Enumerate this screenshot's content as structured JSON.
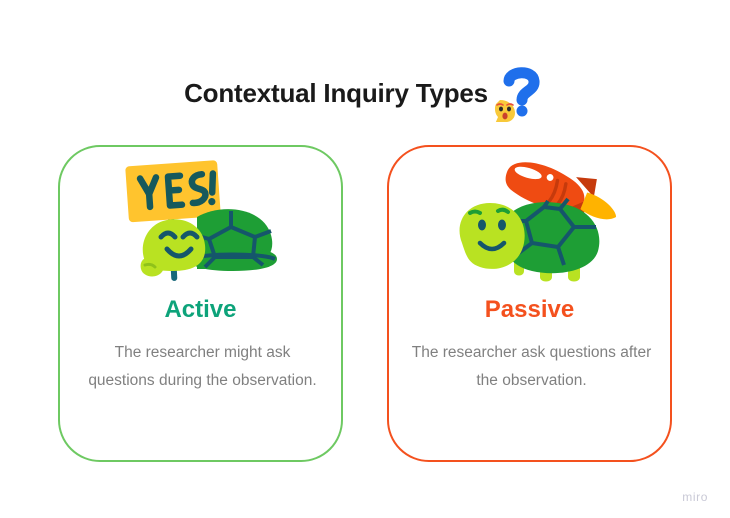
{
  "board": {
    "background_color": "#ffffff",
    "watermark": "miro"
  },
  "header": {
    "title": "Contextual Inquiry Types",
    "title_color": "#1a1a1a",
    "emoji": {
      "name": "question-mark-with-shocked-face-emoji",
      "question_mark_color": "#1f6feb",
      "face_color": "#f8c93a"
    }
  },
  "cards": [
    {
      "id": "active",
      "heading": "Active",
      "heading_color": "#0da37a",
      "border_color": "#6ec962",
      "body": "The researcher might ask questions during the observation.",
      "body_color": "#808080",
      "illustration": {
        "name": "turtle-holding-yes-sign-illustration",
        "sign_text": "YES!",
        "sign_color": "#ffc42e",
        "sign_text_color": "#16595c",
        "shell_color": "#1e9e35",
        "body_color": "#b9e222",
        "outline_color": "#15566b"
      }
    },
    {
      "id": "passive",
      "heading": "Passive",
      "heading_color": "#f4511e",
      "border_color": "#f4511e",
      "body": "The researcher ask questions after the observation.",
      "body_color": "#808080",
      "illustration": {
        "name": "turtle-with-rocket-illustration",
        "rocket_color": "#ef4b12",
        "rocket_flame_color": "#ffb300",
        "shell_color": "#1e9e35",
        "body_color": "#b9e222",
        "outline_color": "#15566b"
      }
    }
  ]
}
